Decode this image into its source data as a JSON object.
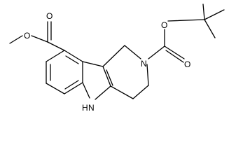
{
  "molecule": {
    "atom_labels": {
      "ester_carbonyl_o": "O",
      "ester_ether_o": "O",
      "carbamate_carbonyl_o": "O",
      "carbamate_ether_o": "O",
      "ring_n": "N",
      "indole_nh": "H\nN"
    },
    "nh_h": "H",
    "nh_n": "N"
  }
}
